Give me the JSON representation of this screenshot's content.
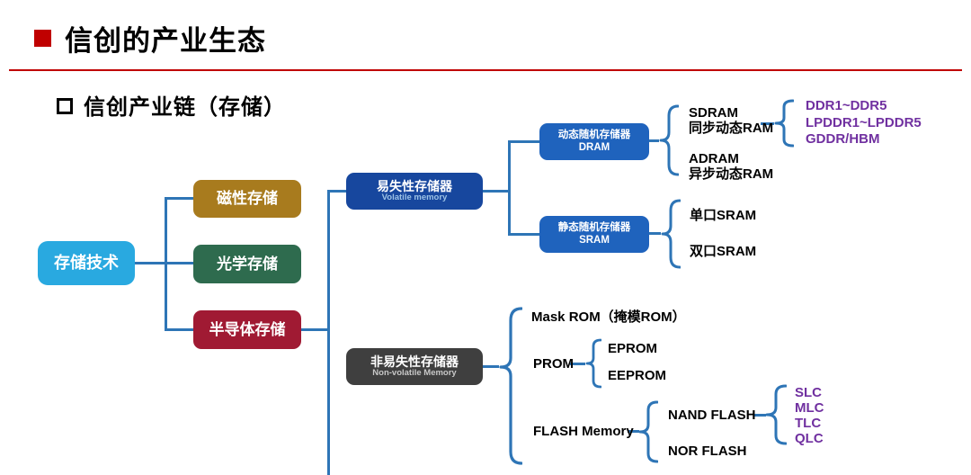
{
  "slide": {
    "title": "信创的产业生态",
    "subtitle": "信创产业链（存储）"
  },
  "colors": {
    "accent_red": "#C00000",
    "root_blue": "#29A9E0",
    "magnetic_gold": "#A87B1E",
    "optical_green": "#2E6B4E",
    "semiconductor_crimson": "#A01A33",
    "volatile_navy": "#17479E",
    "ram_blue": "#1F63BD",
    "nonvolatile_gray": "#3F3F3F",
    "connector_blue": "#2E75B6",
    "type_purple": "#7030A0"
  },
  "tree": {
    "root": "存储技术",
    "branches": {
      "magnetic": "磁性存储",
      "optical": "光学存储",
      "semiconductor": "半导体存储"
    },
    "volatile": {
      "title": "易失性存储器",
      "subtitle": "Volatile memory",
      "dram": {
        "title": "动态随机存储器",
        "abbr": "DRAM",
        "sdram": {
          "title": "SDRAM",
          "subtitle": "同步动态RAM",
          "types": [
            "DDR1~DDR5",
            "LPDDR1~LPDDR5",
            "GDDR/HBM"
          ]
        },
        "adram": {
          "title": "ADRAM",
          "subtitle": "异步动态RAM"
        }
      },
      "sram": {
        "title": "静态随机存储器",
        "abbr": "SRAM",
        "types": [
          "单口SRAM",
          "双口SRAM"
        ]
      }
    },
    "nonvolatile": {
      "title": "非易失性存储器",
      "subtitle": "Non-volatile Memory",
      "mask_rom": "Mask ROM（掩模ROM）",
      "prom": {
        "title": "PROM",
        "types": [
          "EPROM",
          "EEPROM"
        ]
      },
      "flash": {
        "title": "FLASH Memory",
        "nand": {
          "title": "NAND FLASH",
          "types": [
            "SLC",
            "MLC",
            "TLC",
            "QLC"
          ]
        },
        "nor": {
          "title": "NOR FLASH"
        }
      }
    }
  }
}
